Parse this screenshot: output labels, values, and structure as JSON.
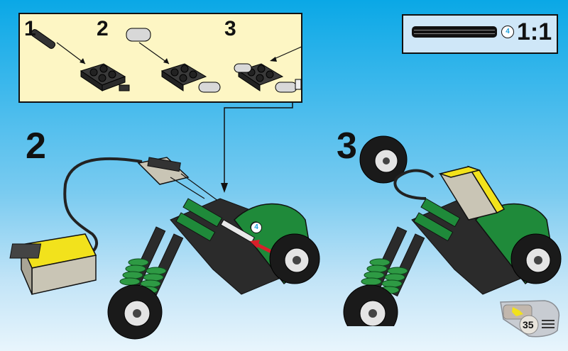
{
  "page": {
    "background_top": "#0aa8e6",
    "background_bottom": "#e8f5fc",
    "page_number": "35"
  },
  "substep_box": {
    "background": "#fdf6c4",
    "steps": [
      {
        "label": "1",
        "description": "pin into plate with axle holders"
      },
      {
        "label": "2",
        "description": "light gray connector onto plate"
      },
      {
        "label": "3",
        "description": "axle connector onto plate"
      }
    ]
  },
  "scale_box": {
    "part_length_badge": "4",
    "scale_label": "1:1",
    "part": "axle-length-4"
  },
  "main_steps": [
    {
      "label": "2",
      "description": "Attach motor battery box and cable; insert axle (4) into green frame",
      "callout_badge": "4"
    },
    {
      "label": "3",
      "description": "Mount battery box on frame and attach top wheel"
    }
  ],
  "colors": {
    "frame_green": "#1f8a3a",
    "battery_yellow": "#f2e21c",
    "brick_gray": "#c9c5b5",
    "dark_part": "#2b2b2b",
    "arrow_red": "#d8202a",
    "badge_blue": "#1aa0dc"
  }
}
